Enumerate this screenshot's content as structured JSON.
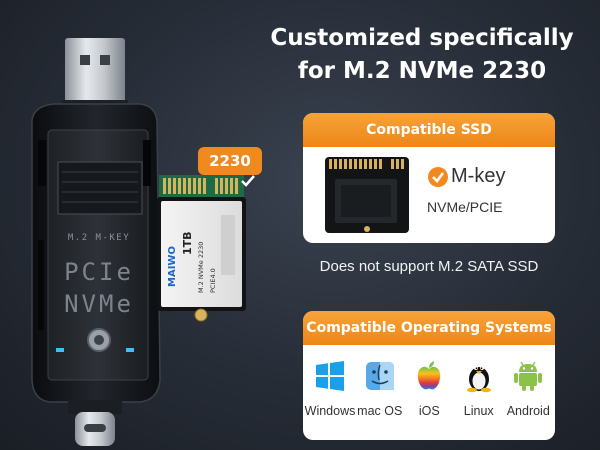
{
  "headline": {
    "line1": "Customized specifically",
    "line2": "for M.2 NVMe 2230"
  },
  "callout": {
    "size_label": "2230"
  },
  "enclosure": {
    "slot_label": "M.2 M-KEY",
    "print_line1": "PCIe",
    "print_line2": "NVMe"
  },
  "ssd_card": {
    "capacity": "1TB",
    "brand": "MAIWO",
    "model": "M.2 NVMe 2230",
    "pcie": "PCIE4.0"
  },
  "compatible_ssd": {
    "title": "Compatible SSD",
    "key": "M-key",
    "interface": "NVMe/PCIE"
  },
  "note": "Does not support M.2 SATA SSD",
  "compatible_os": {
    "title": "Compatible Operating Systems",
    "items": [
      {
        "label": "Windows",
        "icon": "windows-icon"
      },
      {
        "label": "mac OS",
        "icon": "macos-icon"
      },
      {
        "label": "iOS",
        "icon": "apple-icon"
      },
      {
        "label": "Linux",
        "icon": "linux-tux-icon"
      },
      {
        "label": "Android",
        "icon": "android-icon"
      }
    ]
  },
  "colors": {
    "accent_orange": "#f08a1f",
    "background": "#262c36",
    "panel": "#ffffff"
  }
}
